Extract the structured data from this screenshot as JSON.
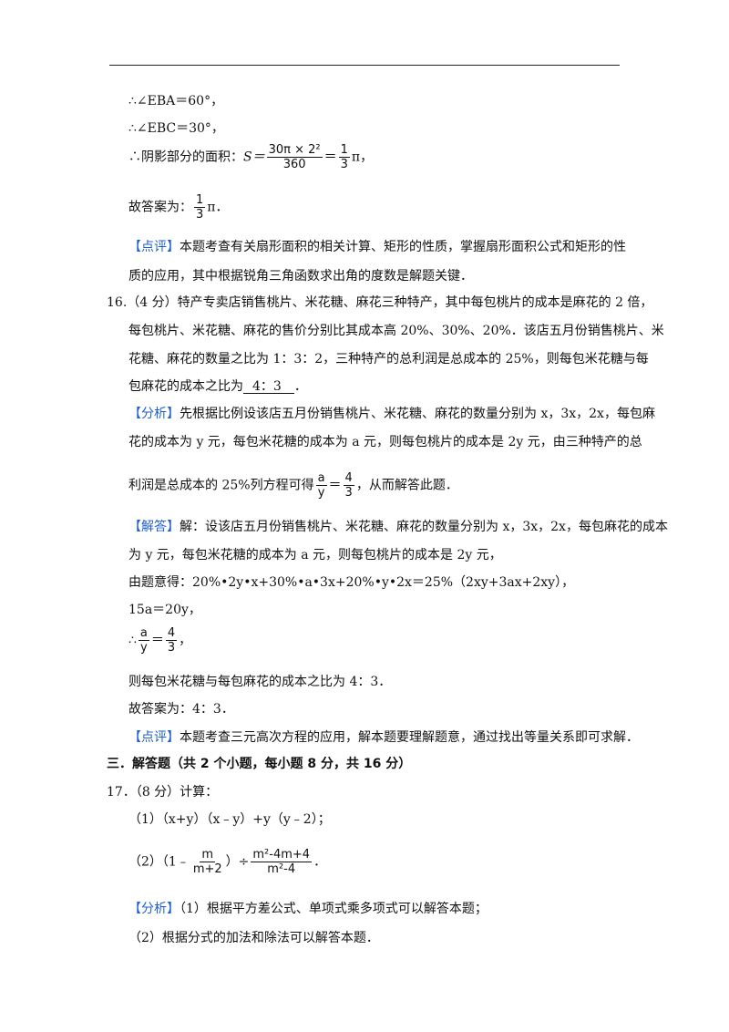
{
  "l01": "∴∠EBA＝60°，",
  "l02": "∴∠EBC＝30°，",
  "l03_pre": "∴阴影部分的面积：",
  "l03_s": "S＝",
  "l03_f1_num": "30π × 2²",
  "l03_f1_den": "360",
  "l03_eq": "＝",
  "l03_f2_num": "1",
  "l03_f2_den": "3",
  "l03_post": "π，",
  "l04_pre": "故答案为：",
  "l04_num": "1",
  "l04_den": "3",
  "l04_post": "π．",
  "l05_tag": "【点评】",
  "l05_text": "本题考查有关扇形面积的相关计算、矩形的性质，掌握扇形面积公式和矩形的性",
  "l06": "质的应用，其中根据锐角三角函数求出角的度数是解题关键．",
  "l07": "16.（4 分）特产专卖店销售桃片、米花糖、麻花三种特产，其中每包桃片的成本是麻花的 2 倍，",
  "l08": "每包桃片、米花糖、麻花的售价分别比其成本高 20%、30%、20%．该店五月份销售桃片、米",
  "l09": "花糖、麻花的数量之比为 1：3：2，三种特产的总利润是总成本的 25%，则每包米花糖与每",
  "l10_pre": "包麻花的成本之比为",
  "l10_ans": "4：3",
  "l10_post": "．",
  "l11_tag": "【分析】",
  "l11_text": "先根据比例设该店五月份销售桃片、米花糖、麻花的数量分别为 x，3x，2x，每包麻",
  "l12": "花的成本为 y 元，每包米花糖的成本为 a 元，则每包桃片的成本是 2y 元，由三种特产的总",
  "l13_pre": "利润是总成本的 25%列方程可得",
  "l13_f1_num": "a",
  "l13_f1_den": "y",
  "l13_eq": "＝",
  "l13_f2_num": "4",
  "l13_f2_den": "3",
  "l13_post": "，从而解答此题．",
  "l14_tag": "【解答】",
  "l14_text": "解：设该店五月份销售桃片、米花糖、麻花的数量分别为 x，3x，2x，每包麻花的成本",
  "l15": "为 y 元，每包米花糖的成本为 a 元，则每包桃片的成本是 2y 元，",
  "l16": "由题意得：20%•2y•x+30%•a•3x+20%•y•2x＝25%（2xy+3ax+2xy），",
  "l17": "15a＝20y，",
  "l18_pre": "∴",
  "l18_f1_num": "a",
  "l18_f1_den": "y",
  "l18_eq": "＝",
  "l18_f2_num": "4",
  "l18_f2_den": "3",
  "l18_post": "，",
  "l19": "则每包米花糖与每包麻花的成本之比为 4：3．",
  "l20": "故答案为：4：3．",
  "l21_tag": "【点评】",
  "l21_text": "本题考查三元高次方程的应用，解本题要理解题意，通过找出等量关系即可求解．",
  "l22": "三．解答题（共 2 个小题，每小题 8 分，共 16 分）",
  "l23": "17．（8 分）计算：",
  "l24": "（1）（x+y）（x﹣y）+y（y﹣2）；",
  "l25_pre": "（2）（1﹣",
  "l25_f1_num": "m",
  "l25_f1_den": "m+2",
  "l25_mid": "）÷",
  "l25_f2_num": "m²-4m+4",
  "l25_f2_den": "m²-4",
  "l25_post": "．",
  "l26_tag": "【分析】",
  "l26_text": "（1）根据平方差公式、单项式乘多项式可以解答本题；",
  "l27": "（2）根据分式的加法和除法可以解答本题．"
}
